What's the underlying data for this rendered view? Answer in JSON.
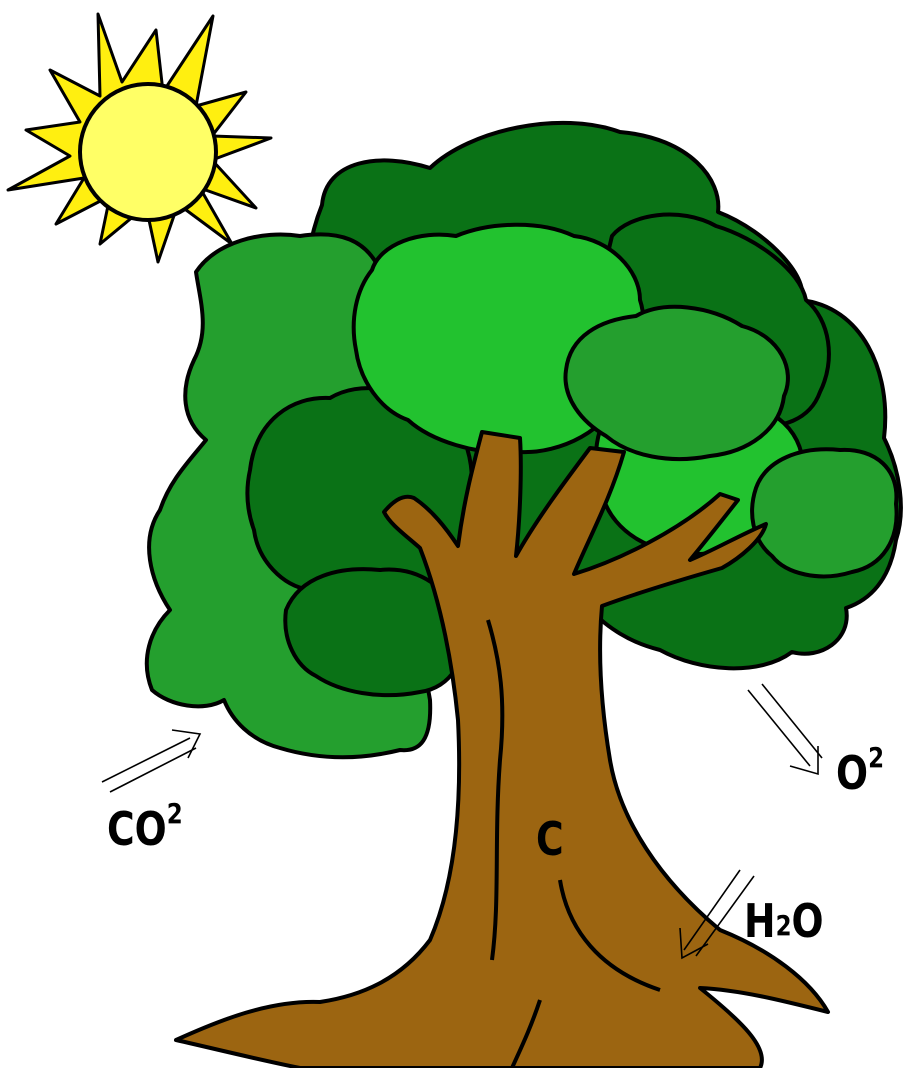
{
  "labels": {
    "co2_main": "CO",
    "co2_sup": "2",
    "o2_main": "O",
    "o2_sup": "2",
    "h2o_h": "H",
    "h2o_sub": "2",
    "h2o_o": "O",
    "carbon": "C"
  },
  "colors": {
    "sun_core": "#ffff66",
    "sun_rays": "#ffef10",
    "foliage_mid": "#249f2e",
    "foliage_dark": "#0a7216",
    "foliage_light": "#22c22f",
    "trunk": "#9c6511",
    "outline": "#000000"
  },
  "icons": [
    "sun-icon",
    "tree-icon",
    "arrow-in-icon",
    "arrow-out-icon",
    "arrow-down-icon"
  ]
}
